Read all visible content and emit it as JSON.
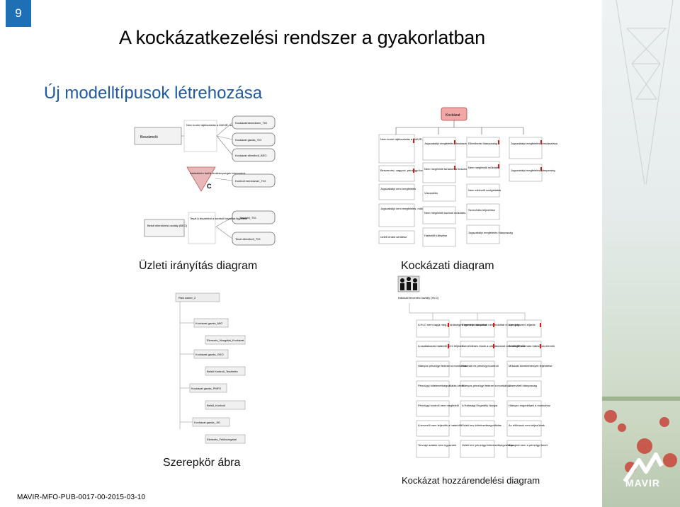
{
  "slide_number": "9",
  "title": "A kockázatkezelési rendszer a gyakorlatban",
  "subtitle": "Új modelltípusok létrehozása",
  "captions": {
    "business": "Üzleti irányítás diagram",
    "risk": "Kockázati diagram",
    "role": "Szerepkör ábra",
    "assignment": "Kockázat hozzárendelési diagram"
  },
  "footer_code": "MAVIR-MFO-PUB-0017-00-2015-03-10",
  "logo_text": "MAVIR",
  "business_diagram": {
    "report_label": "Beszámoló",
    "triangle_note": "Nem kontó tájékoztatás a MAVIR, az adott tájéko tevékenység jelenti",
    "triangle_note2": "hatáskörén belüli tevékenységek folyamatok",
    "triangle_letter": "C",
    "boxes": [
      "Kockázatmenedzser_TIG",
      "Kockázat gazda_TIG",
      "Kockázat ellenőrző_BEO",
      "Kontroll menedzser_TIG",
      "Tesztelő_TIG",
      "Teszt ellenőrző_TIG"
    ],
    "unit_label": "Belső ellenőrzési osztály (BEO)",
    "test_note": "Teszt A tesztelést a kontroll folyamat figyelése"
  },
  "risk_diagram": {
    "root": "Kockázat",
    "columns": [
      [
        "Nem kontó tájékoztatás a MAVIR, az adott tájékoztatás",
        "Beszerzési, vagyoni, pénzügyi kockázat",
        "Jogszabályi nem megfelelés",
        "Jogszabályi nem megfelelés, működési",
        "Üzleti érdek sérülése"
      ],
      [
        "Jogszabályi megfelelés elmulasztása",
        "Nem megfelelő tartalom a beszámolóban",
        "Visszaélés",
        "Nem megfelelő kontroll működés",
        "Határidő túllépése"
      ],
      [
        "Ellenőrzési hiányosság",
        "Nem megfelelő működés",
        "Nem elérhető szolgáltatás",
        "Szerződés teljesítése",
        "Jogszabályi megfelelés hiányosság"
      ],
      [
        "Jogszabályi megfelelés elmulasztása",
        "Jogszabályi megfelelés hiányosság"
      ]
    ]
  },
  "role_diagram": {
    "top_label": "Risk owner_2",
    "items": [
      "Kockázat gazda_MIG",
      "Elemzés_Vizsgálat_Kockázat",
      "Kockázat gazda_GKO",
      "Belső Kontroll_Tesztelés",
      "Kockázat gazda_PMFG",
      "Belső_Kontroll",
      "Kockázat gazda_JIG",
      "Elemzés_Felülvizsgálat"
    ]
  },
  "assignment_diagram": {
    "header_label": "Hálózati tervezési osztály (HLO)",
    "cells": [
      [
        "A HLO nem kapja meg a szükséges tervezési adatokat",
        "A csatlakozási határidő nem teljesül",
        "Hiányos pénzügyi fedezet a munkához",
        "Pénzügyi kötelezettségvállalás késik",
        "Pénzügyi kontroll nem megfelelő",
        "A tervezői nem teljesítik a határidőt",
        "Tervrajz adatok nem egyeznek"
      ],
      [
        "Engedély hiányában nem indulhat el a projekt",
        "Szerződéses eladó a vállalkozóval nem megfelelő",
        "Határidő és pénzügyi kontroll",
        "Hiányos pénzügyi fedezet a munkához",
        "A Hatósági Engedély hiánya",
        "Üzleti terv kötelezettségvállalás",
        "Üzleti terv pénzügyi kötelezettségvállalás"
      ],
      [
        "Nem jogszerű eljárás",
        "A MAVIR számára hátrányos elemek",
        "Műszaki követelmények teljesítése",
        "Üzemviteli hiányosság",
        "Hiányzó engedélyek a munkához",
        "Az előírások nem teljesülnek",
        "A projekt nem a pénzügyi keret"
      ]
    ]
  }
}
